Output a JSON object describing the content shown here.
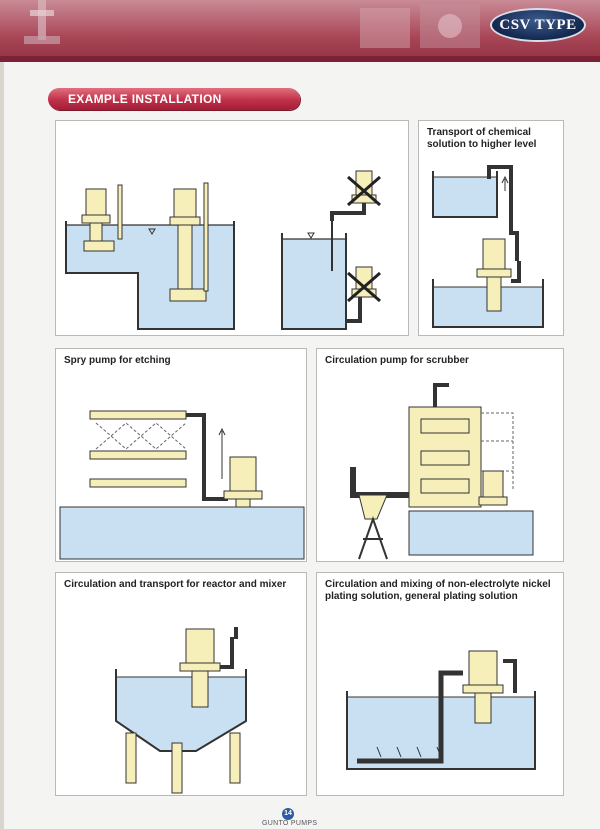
{
  "header": {
    "badge": "CSV TYPE",
    "colors": {
      "band": "#a94656",
      "badge": "#13284f"
    }
  },
  "section": {
    "title": "EXAMPLE INSTALLATION",
    "color": "#c0314a"
  },
  "panels": [
    {
      "id": "panel-1",
      "caption": ""
    },
    {
      "id": "panel-2",
      "caption": "Transport of chemical solution to higher level"
    },
    {
      "id": "panel-3",
      "caption": "Spry pump for etching"
    },
    {
      "id": "panel-4",
      "caption": "Circulation pump for scrubber"
    },
    {
      "id": "panel-5",
      "caption": "Circulation and transport for reactor and mixer"
    },
    {
      "id": "panel-6",
      "caption": "Circulation and mixing of non-electrolyte nickel plating solution, general plating solution"
    }
  ],
  "footer": {
    "page": "14",
    "brand": "GUNTO PUMPS"
  },
  "colors": {
    "liquid": "#c9dff2",
    "equipment": "#f7efb9",
    "outline": "#333333"
  }
}
